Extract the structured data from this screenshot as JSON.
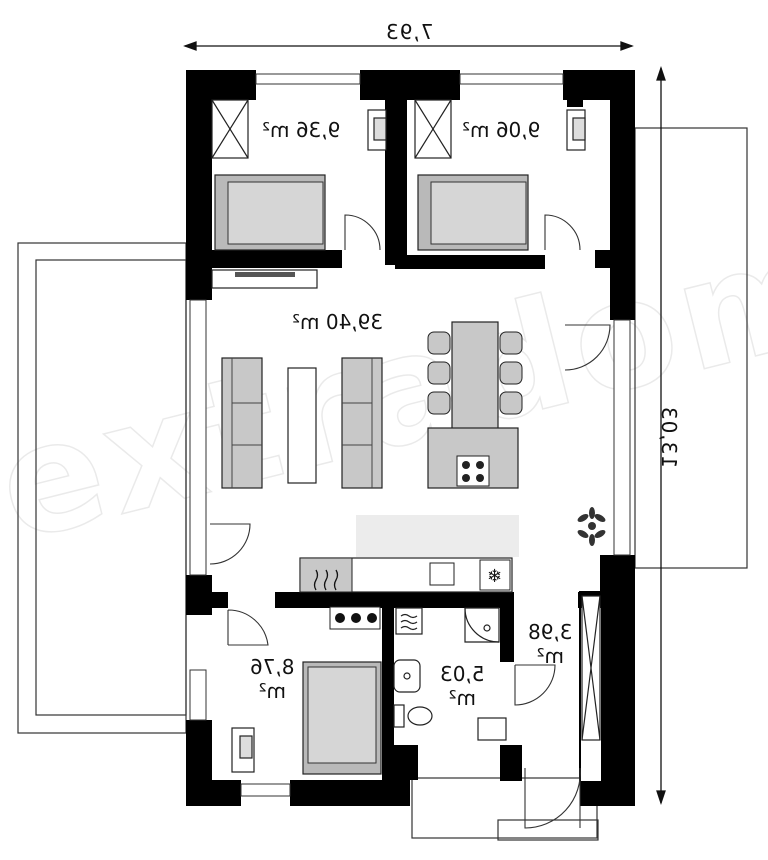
{
  "dimensions": {
    "width": "7,93",
    "height": "13,03"
  },
  "rooms": [
    {
      "id": "bedroom-1",
      "area": "9,36 m²"
    },
    {
      "id": "bedroom-2",
      "area": "9,06 m²"
    },
    {
      "id": "living-room",
      "area": "39,40 m²"
    },
    {
      "id": "bedroom-3",
      "area_value": "8,76",
      "area_unit": "m²"
    },
    {
      "id": "bathroom",
      "area_value": "5,03",
      "area_unit": "m²"
    },
    {
      "id": "hall",
      "area_value": "3,98",
      "area_unit": "m²"
    }
  ],
  "watermark": "extradom",
  "colors": {
    "wall": "#000000",
    "furniture": "#c8c8c8",
    "furniture_dark": "#9a9a9a",
    "floor_grey": "#ececec"
  }
}
